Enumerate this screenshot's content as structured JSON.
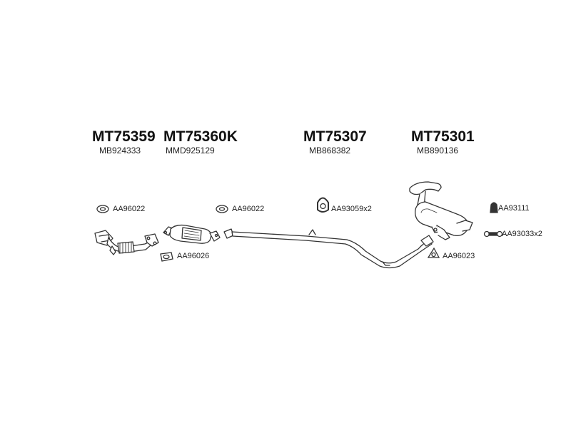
{
  "parts": [
    {
      "part_number": "MT75359",
      "oem_number": "MB924333"
    },
    {
      "part_number": "MT75360K",
      "oem_number": "MMD925129"
    },
    {
      "part_number": "MT75307",
      "oem_number": "MB868382"
    },
    {
      "part_number": "MT75301",
      "oem_number": "MB890136"
    }
  ],
  "fittings": [
    {
      "code": "AA96022",
      "icon": "ring-gasket-icon"
    },
    {
      "code": "AA96022",
      "icon": "ring-gasket-icon"
    },
    {
      "code": "AA96026",
      "icon": "flange-gasket-icon"
    },
    {
      "code": "AA93059x2",
      "icon": "rubber-hanger-icon"
    },
    {
      "code": "AA93111",
      "icon": "rubber-mount-icon"
    },
    {
      "code": "AA93033x2",
      "icon": "bolt-clamp-icon"
    },
    {
      "code": "AA96023",
      "icon": "triangular-gasket-icon"
    }
  ],
  "colors": {
    "line": "#333333",
    "fill": "#ffffff",
    "text": "#111111"
  }
}
